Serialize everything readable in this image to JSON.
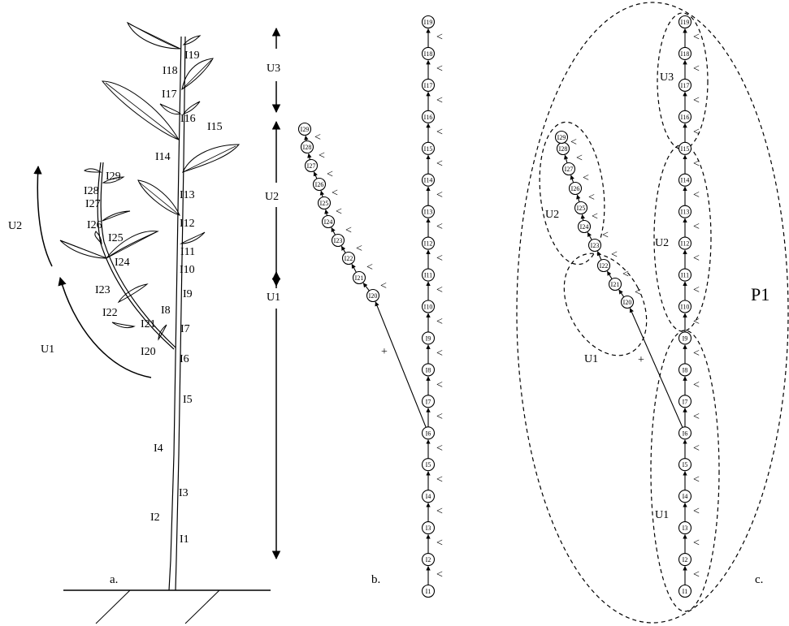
{
  "panels": {
    "a": "a.",
    "b": "b.",
    "c": "c."
  },
  "plant_labels": {
    "main_internodes": [
      "I1",
      "I2",
      "I3",
      "I4",
      "I5",
      "I6",
      "I7",
      "I8",
      "I9",
      "I10",
      "I11",
      "I12",
      "I13",
      "I14",
      "I15",
      "I16",
      "I17",
      "I18",
      "I19"
    ],
    "branch_internodes": [
      "I20",
      "I21",
      "I22",
      "I23",
      "I24",
      "I25",
      "I26",
      "I27",
      "I28",
      "I29"
    ],
    "branch_units": [
      "U1",
      "U2"
    ]
  },
  "unit_arrows": {
    "U1": "U1",
    "U2": "U2",
    "U3": "U3"
  },
  "graph_b": {
    "main_nodes": [
      "I1",
      "I2",
      "I3",
      "I4",
      "I5",
      "I6",
      "I7",
      "I8",
      "I9",
      "I10",
      "I11",
      "I12",
      "I13",
      "I14",
      "I15",
      "I16",
      "I17",
      "I18",
      "I19"
    ],
    "branch_nodes": [
      "I20",
      "I21",
      "I22",
      "I23",
      "I24",
      "I25",
      "I26",
      "I27",
      "I28",
      "I29"
    ],
    "succession_symbol": "<",
    "branching_symbol": "+"
  },
  "graph_c": {
    "main_nodes": [
      "I1",
      "I2",
      "I3",
      "I4",
      "I5",
      "I6",
      "I7",
      "I8",
      "I9",
      "I10",
      "I11",
      "I12",
      "I13",
      "I14",
      "I15",
      "I16",
      "I17",
      "I18",
      "I19"
    ],
    "branch_nodes": [
      "I20",
      "I21",
      "I22",
      "I23",
      "I24",
      "I25",
      "I26",
      "I27",
      "I28",
      "I29"
    ],
    "unit_labels": {
      "main_u1": "U1",
      "main_u2": "U2",
      "main_u3": "U3",
      "branch_u1": "U1",
      "branch_u2": "U2"
    },
    "plant_label": "P1",
    "branching_symbol": "+"
  }
}
